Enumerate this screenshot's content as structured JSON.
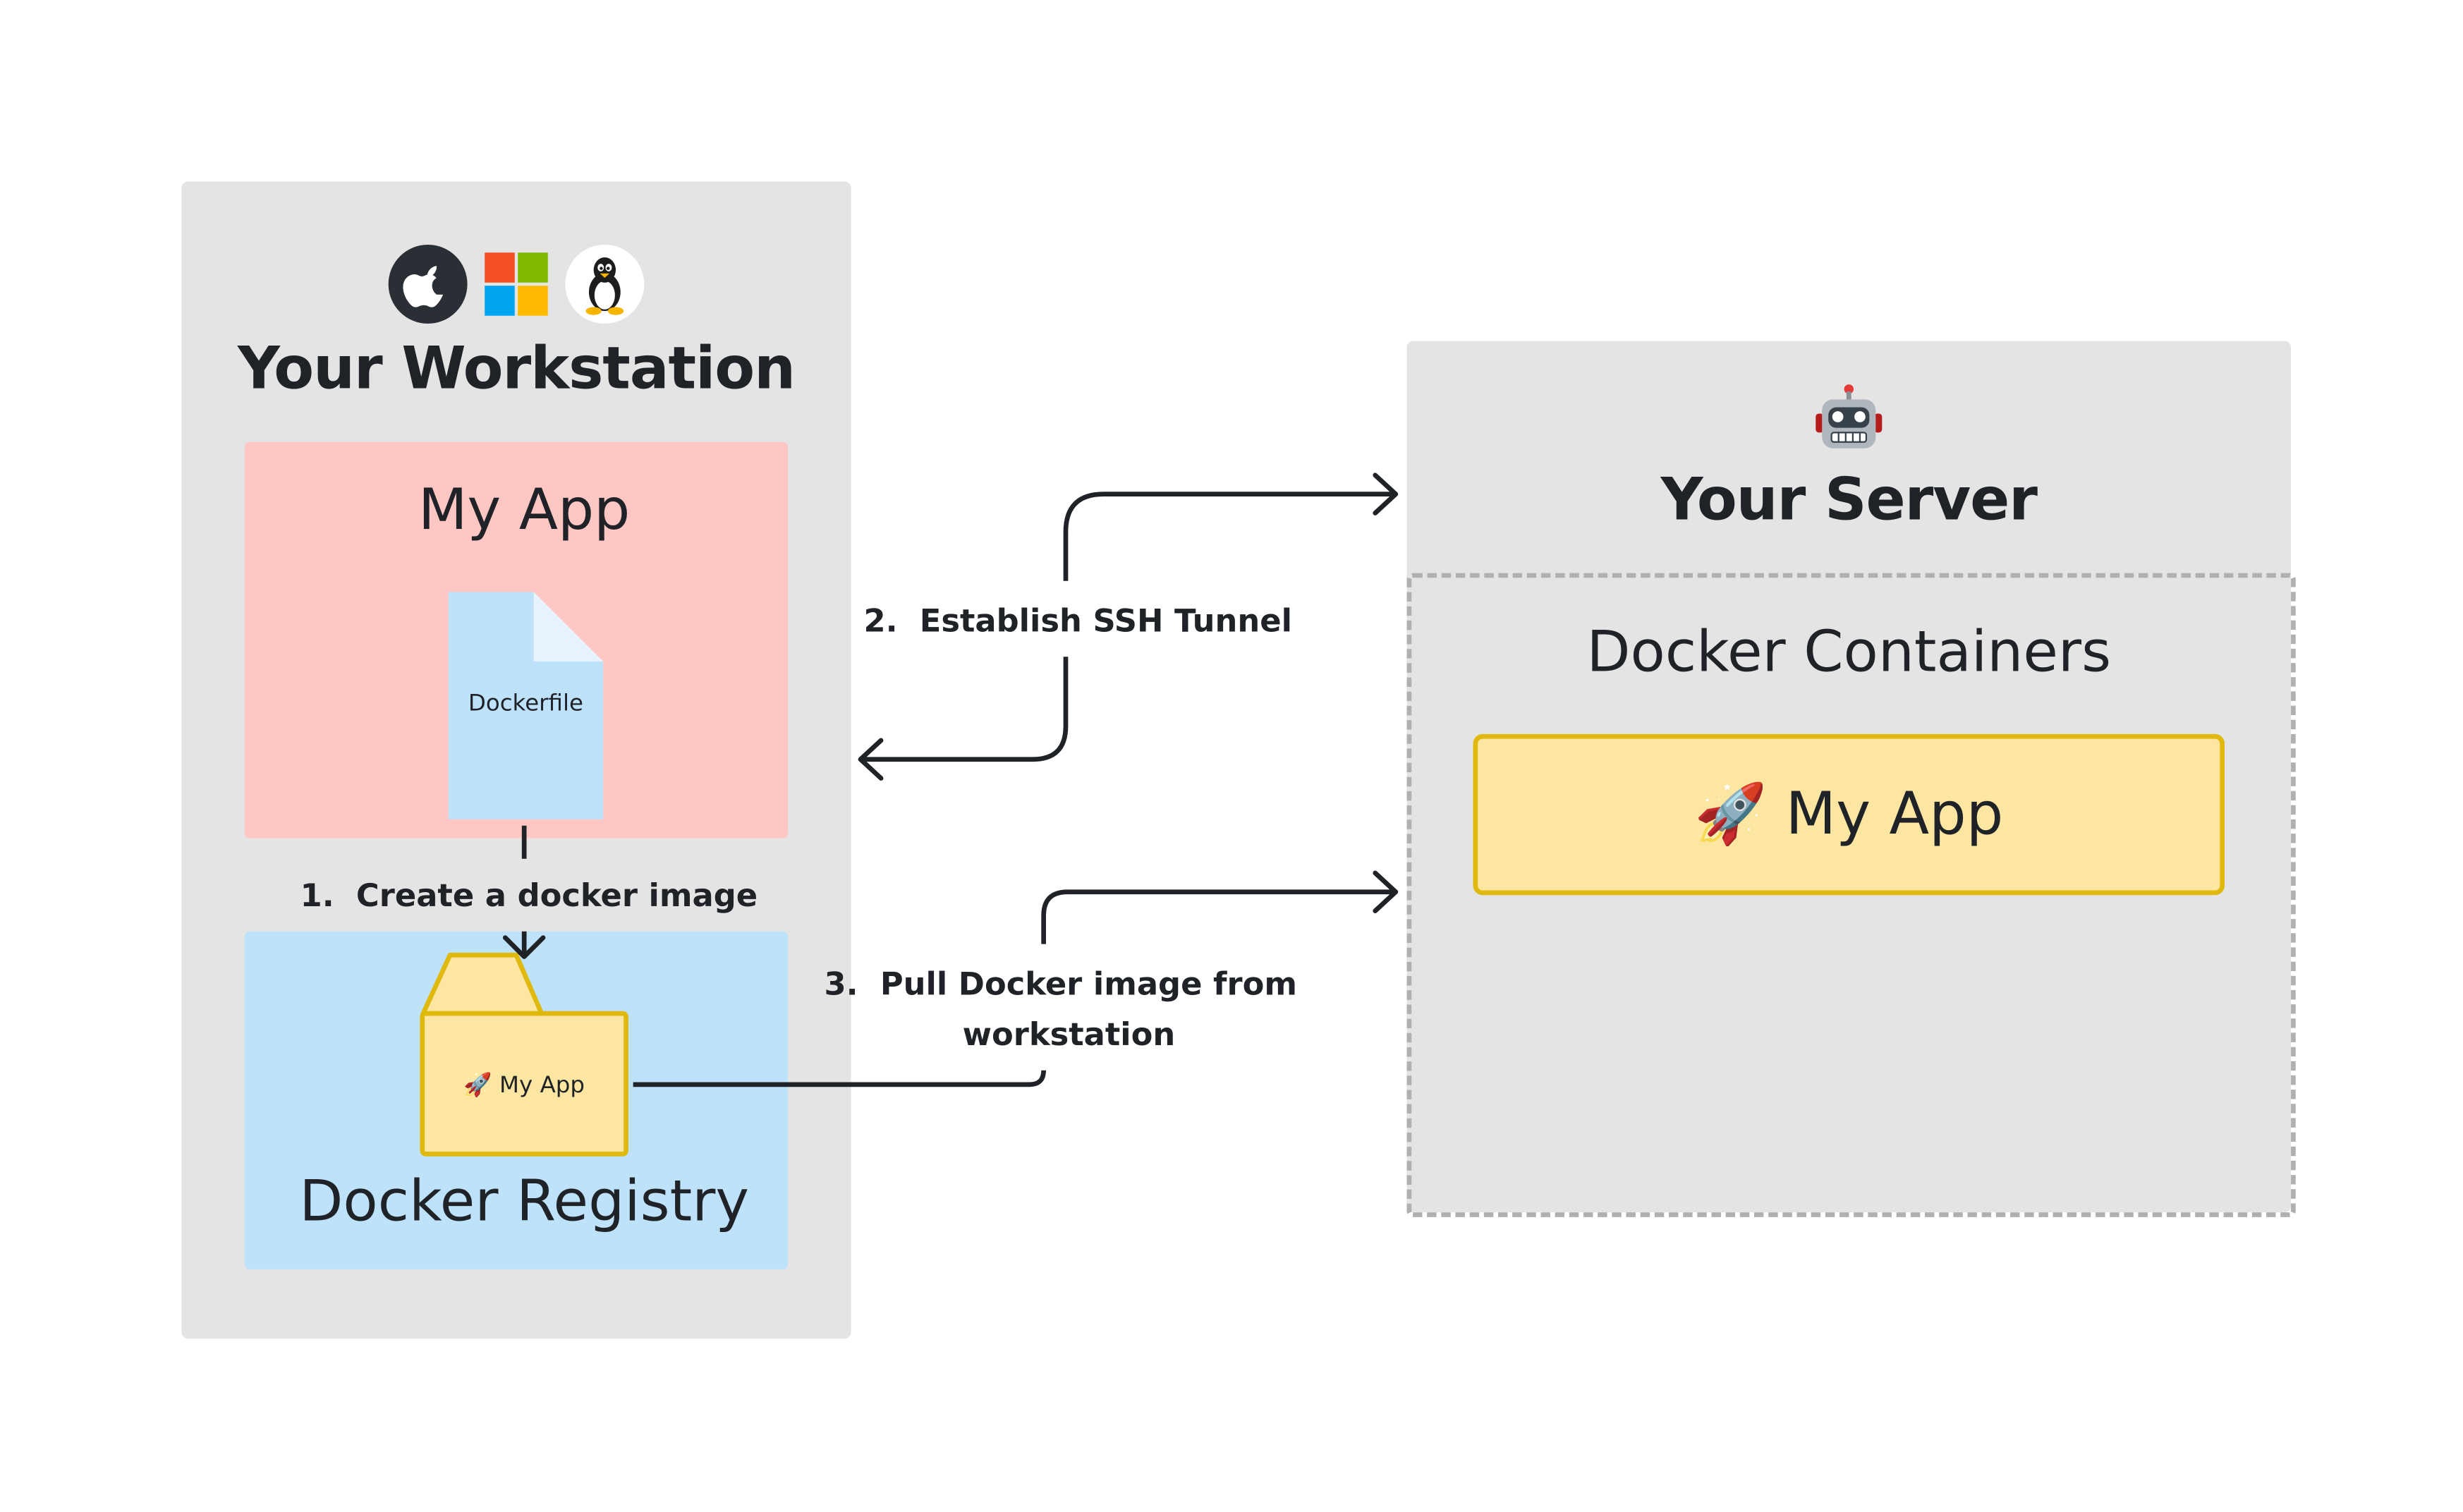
{
  "workstation": {
    "title": "Your Workstation",
    "os_icons": [
      "apple-icon",
      "windows-icon",
      "linux-tux-icon"
    ],
    "my_app": {
      "title": "My App",
      "file_label": "Dockerfile"
    },
    "registry": {
      "title": "Docker Registry",
      "image_label": "🚀 My App"
    }
  },
  "server": {
    "title": "Your Server",
    "icon": "robot-icon",
    "containers_title": "Docker Containers",
    "app_label": "🚀 My App"
  },
  "steps": {
    "step1": "1.  Create a docker image",
    "step2": "2.  Establish SSH Tunnel",
    "step3_line1": "3.  Pull Docker image from",
    "step3_line2": "workstation"
  },
  "colors": {
    "panel": "#e4e4e4",
    "my_app_bg": "#ffc7c4",
    "registry_bg": "#bfe2fb",
    "dockerfile_bg": "#bfe2fb",
    "image_bg": "#fde6a2",
    "image_border": "#e0b90f",
    "container_border": "#b0b0b0",
    "arrow": "#1f2328"
  }
}
